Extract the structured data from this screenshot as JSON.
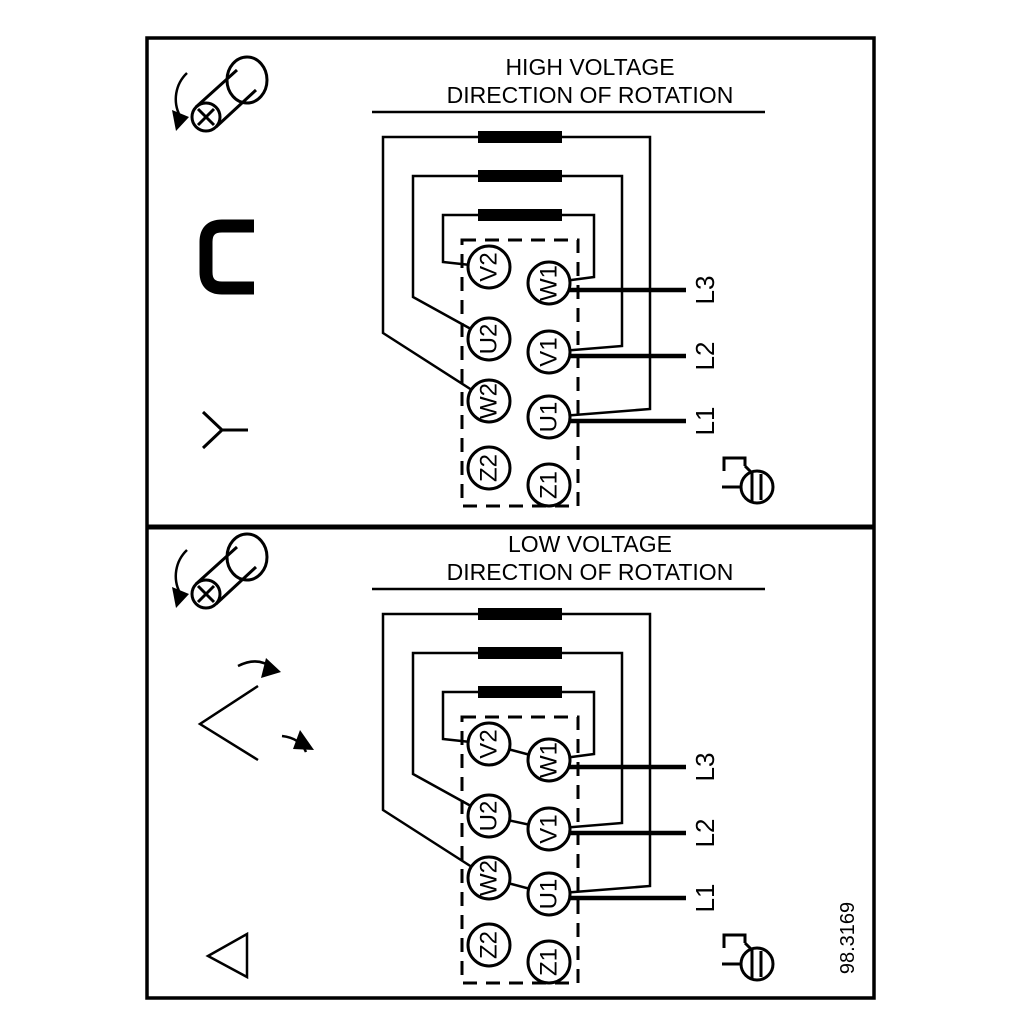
{
  "figure": {
    "ref": "98.3169"
  },
  "panels": [
    {
      "title_line1": "HIGH VOLTAGE",
      "title_line2": "DIRECTION OF ROTATION",
      "connection_symbol": "star",
      "terminals_left": [
        "V2",
        "U2",
        "W2",
        "Z2"
      ],
      "terminals_right": [
        "W1",
        "V1",
        "U1",
        "Z1"
      ],
      "line_labels": [
        "L3",
        "L2",
        "L1"
      ]
    },
    {
      "title_line1": "LOW VOLTAGE",
      "title_line2": "DIRECTION OF ROTATION",
      "connection_symbol": "delta",
      "terminals_left": [
        "V2",
        "U2",
        "W2",
        "Z2"
      ],
      "terminals_right": [
        "W1",
        "V1",
        "U1",
        "Z1"
      ],
      "line_labels": [
        "L3",
        "L2",
        "L1"
      ]
    }
  ],
  "icons": {
    "top_left": "screw-with-rotation-arrow",
    "high_voltage_link": "jumper-bracket",
    "high_voltage_connection": "star-symbol",
    "low_voltage_link": "jumper-links-with-arrows",
    "low_voltage_connection": "delta-symbol",
    "bottom_right": "ground-screw"
  },
  "colors": {
    "ink": "#000000",
    "background": "#ffffff"
  }
}
